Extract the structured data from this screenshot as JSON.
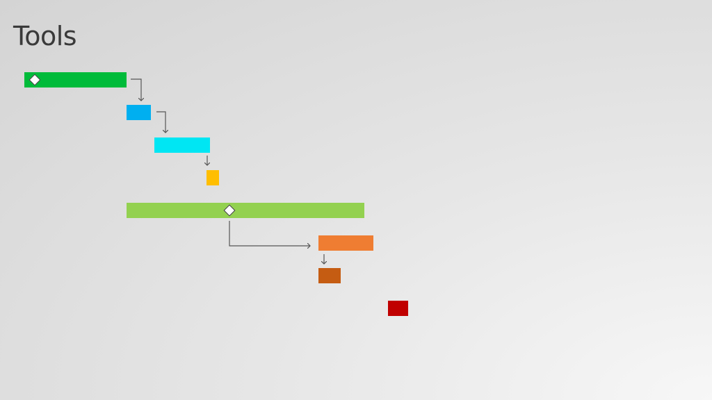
{
  "slide": {
    "title": "Tools"
  },
  "tasks": [
    {
      "id": "task-1",
      "color": "#00bb3a",
      "milestone": true
    },
    {
      "id": "task-2",
      "color": "#00aff0",
      "milestone": false
    },
    {
      "id": "task-3",
      "color": "#00e6f3",
      "milestone": false
    },
    {
      "id": "task-4",
      "color": "#ffbe00",
      "milestone": false
    },
    {
      "id": "task-5",
      "color": "#93d150",
      "milestone": true
    },
    {
      "id": "task-6",
      "color": "#ef7d32",
      "milestone": false
    },
    {
      "id": "task-7",
      "color": "#c55c12",
      "milestone": false
    },
    {
      "id": "task-8",
      "color": "#c00000",
      "milestone": false
    }
  ],
  "dependencies": [
    {
      "from": "task-1",
      "to": "task-2"
    },
    {
      "from": "task-2",
      "to": "task-3"
    },
    {
      "from": "task-3",
      "to": "task-4"
    },
    {
      "from": "task-5",
      "to": "task-6"
    },
    {
      "from": "task-6",
      "to": "task-7"
    }
  ],
  "colors": {
    "link": "#555555"
  }
}
